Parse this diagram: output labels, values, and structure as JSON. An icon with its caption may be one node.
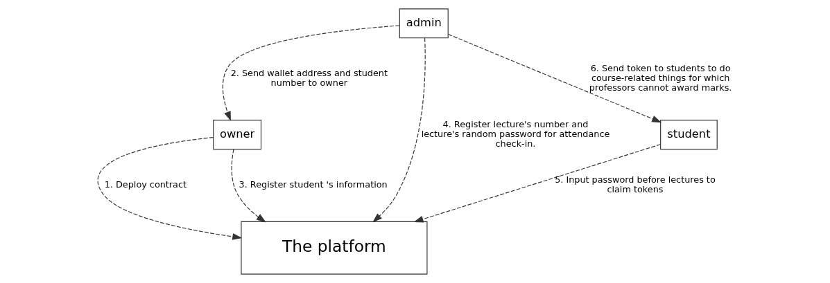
{
  "diagram": {
    "nodes": [
      {
        "text": [
          "owner"
        ]
      },
      {
        "text": [
          "The platform"
        ]
      },
      {
        "text": [
          "admin"
        ]
      },
      {
        "text": [
          "student"
        ]
      }
    ],
    "edges": [
      {
        "from": 0,
        "to": 1,
        "arrow": "to",
        "style": "dashed",
        "label": "1. Deploy contract"
      },
      {
        "from": 2,
        "to": 0,
        "arrow": "to",
        "style": "dashed",
        "label": "2. Send wallet address and student number to owner"
      },
      {
        "from": 0,
        "to": 1,
        "arrow": "to",
        "style": "dashed",
        "label": "3. Register student 's information"
      },
      {
        "from": 2,
        "to": 1,
        "arrow": "to",
        "style": "dashed",
        "label": "4. Register lecture's number and lecture's random password for attendance check-in."
      },
      {
        "from": 3,
        "to": 1,
        "arrow": "to",
        "style": "dashed",
        "label": "5. Input password before lectures to claim tokens"
      },
      {
        "from": 2,
        "to": 3,
        "arrow": "to",
        "style": "dashed",
        "label": "6. Send token to students to do course-related things for which professors cannot award marks."
      }
    ]
  }
}
